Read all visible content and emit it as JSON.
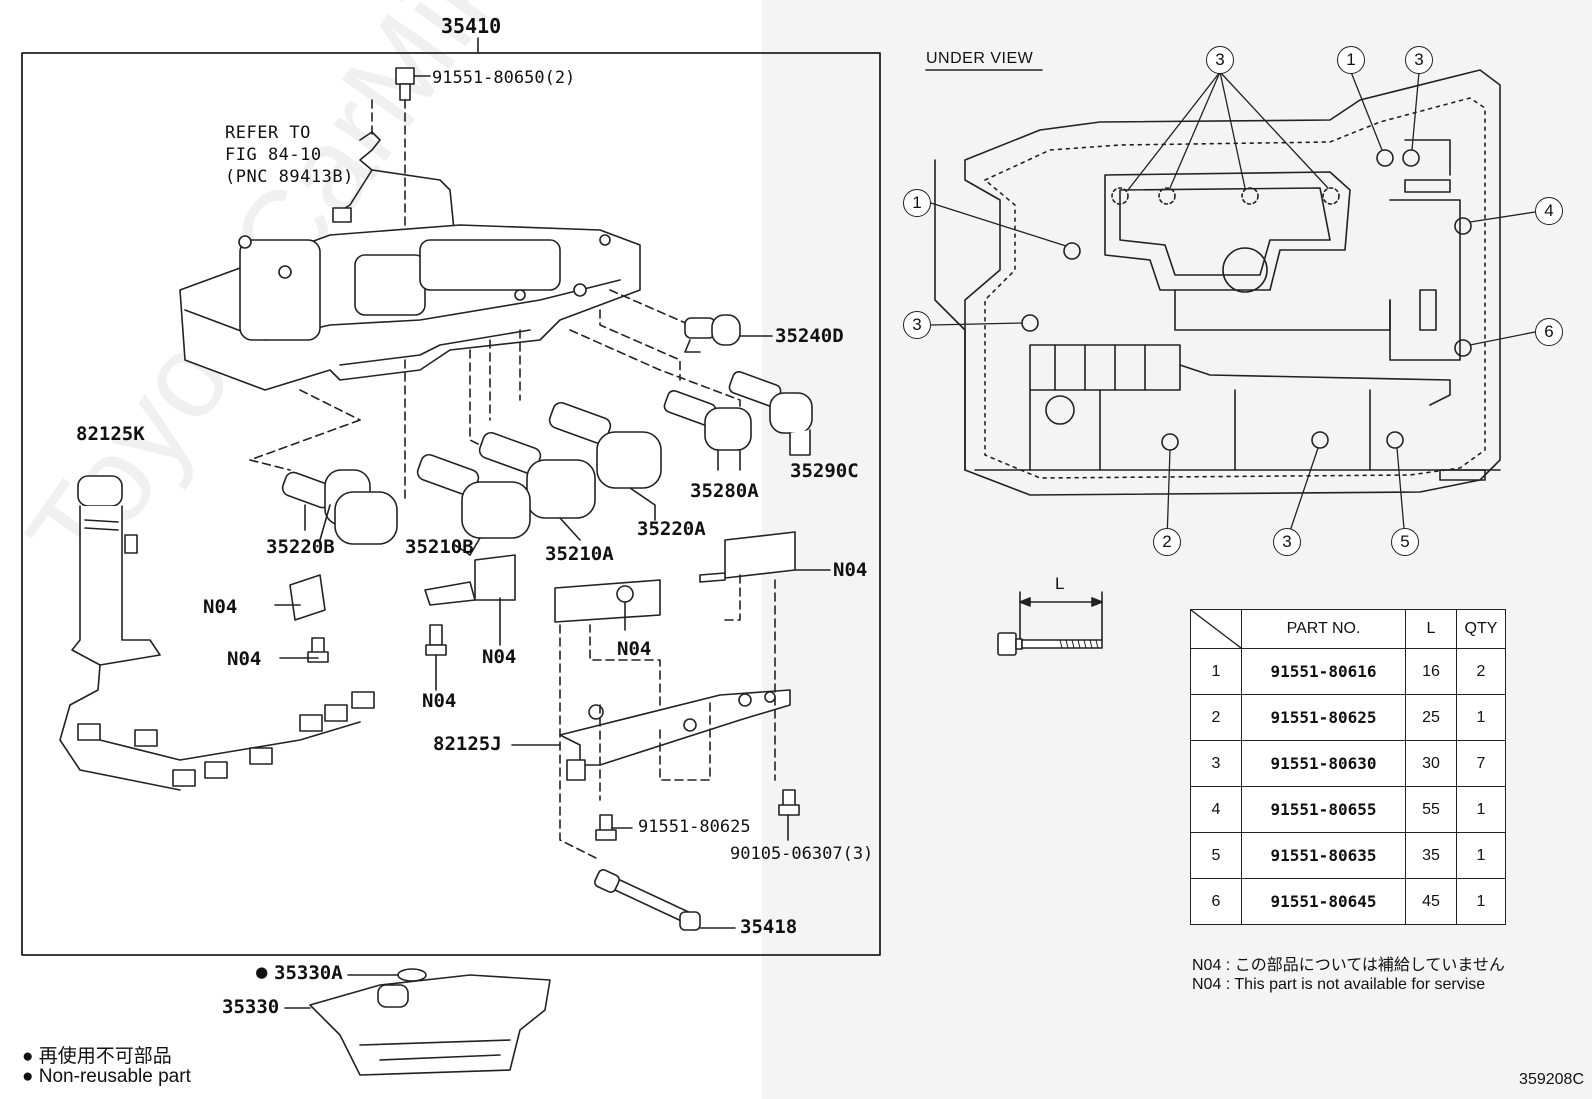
{
  "main_assembly": {
    "part_no": "35410"
  },
  "refer_note": {
    "line1": "REFER TO",
    "line2": "FIG 84-10",
    "line3": "(PNC 89413B)"
  },
  "labels": {
    "bolt_top": "91551-80650(2)",
    "p35240D": "35240D",
    "p35290C": "35290C",
    "p35280A": "35280A",
    "p35220A": "35220A",
    "p35210A": "35210A",
    "p35210B": "35210B",
    "p35220B": "35220B",
    "p82125K": "82125K",
    "n04_a": "N04",
    "n04_b": "N04",
    "n04_c": "N04",
    "n04_d": "N04",
    "n04_e": "N04",
    "n04_f": "N04",
    "p82125J": "82125J",
    "bolt_mid": "91551-80625",
    "bolt_90105": "90105-06307(3)",
    "p35418": "35418",
    "p35330A": "35330A",
    "p35330": "35330"
  },
  "under_view": {
    "title": "UNDER VIEW",
    "bolt_dim_label": "L",
    "callouts": [
      "3",
      "1",
      "3",
      "1",
      "4",
      "3",
      "6",
      "2",
      "3",
      "5"
    ]
  },
  "parts_table": {
    "headers": [
      "",
      "PART NO.",
      "L",
      "QTY"
    ],
    "rows": [
      {
        "no": "1",
        "part": "91551-80616",
        "l": "16",
        "qty": "2"
      },
      {
        "no": "2",
        "part": "91551-80625",
        "l": "25",
        "qty": "1"
      },
      {
        "no": "3",
        "part": "91551-80630",
        "l": "30",
        "qty": "7"
      },
      {
        "no": "4",
        "part": "91551-80655",
        "l": "55",
        "qty": "1"
      },
      {
        "no": "5",
        "part": "91551-80635",
        "l": "35",
        "qty": "1"
      },
      {
        "no": "6",
        "part": "91551-80645",
        "l": "45",
        "qty": "1"
      }
    ]
  },
  "notes": {
    "jp": "N04 : この部品については補給していません",
    "en": "N04 : This part is not available for servise"
  },
  "legend": {
    "jp": "再使用不可部品",
    "en": "Non-reusable part",
    "symbol": "●"
  },
  "figure_no": "359208C",
  "watermark": "ToyotaCarMike.ru"
}
